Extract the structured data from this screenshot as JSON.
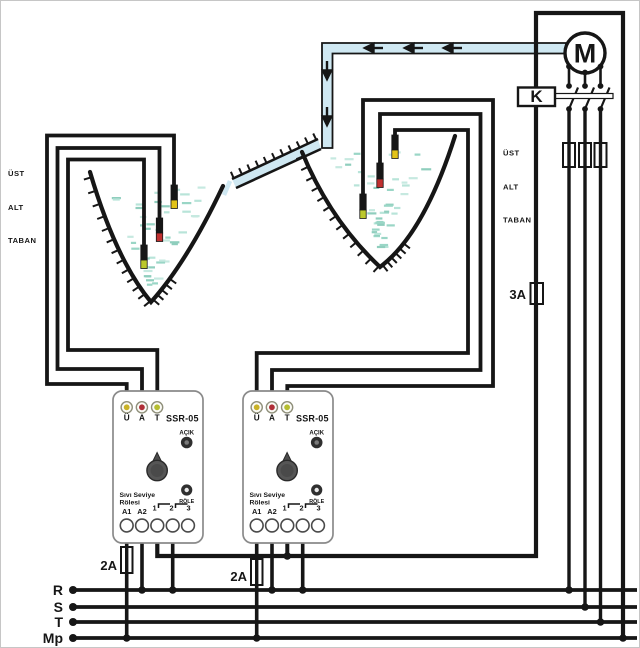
{
  "labels": {
    "well_left_levels": [
      "ÜST",
      "ALT",
      "TABAN"
    ],
    "panel_right_levels": [
      "ÜST",
      "ALT",
      "TABAN"
    ]
  },
  "power_bus": {
    "lines": [
      "R",
      "S",
      "T",
      "Mp"
    ]
  },
  "components": {
    "motor_label": "M",
    "contactor_label": "K",
    "control_fuse_label": "3A",
    "relay_fuse_label": "2A"
  },
  "relay_module": {
    "model": "SSR-05",
    "led_labels": [
      "Ü",
      "A",
      "T"
    ],
    "power_led_label": "AÇIK",
    "output_led_label": "RÖLE",
    "device_name_line1": "Sıvı Seviye",
    "device_name_line2": "Rölesi",
    "terminal_labels": [
      "A1",
      "A2",
      "1",
      "2",
      "3"
    ]
  },
  "colors": {
    "wire": "#161616",
    "water_dash": "#9ad6c6",
    "pipe_fill": "#cfe8f2",
    "probe_top_tip": "#e3c319",
    "probe_mid_tip": "#c03030",
    "probe_bottom_tip": "#bcc82c",
    "led_yellow": "#c9b227",
    "led_red": "#b03038",
    "led_green": "#b5bd30",
    "dark_led": "#3a3a3a"
  }
}
